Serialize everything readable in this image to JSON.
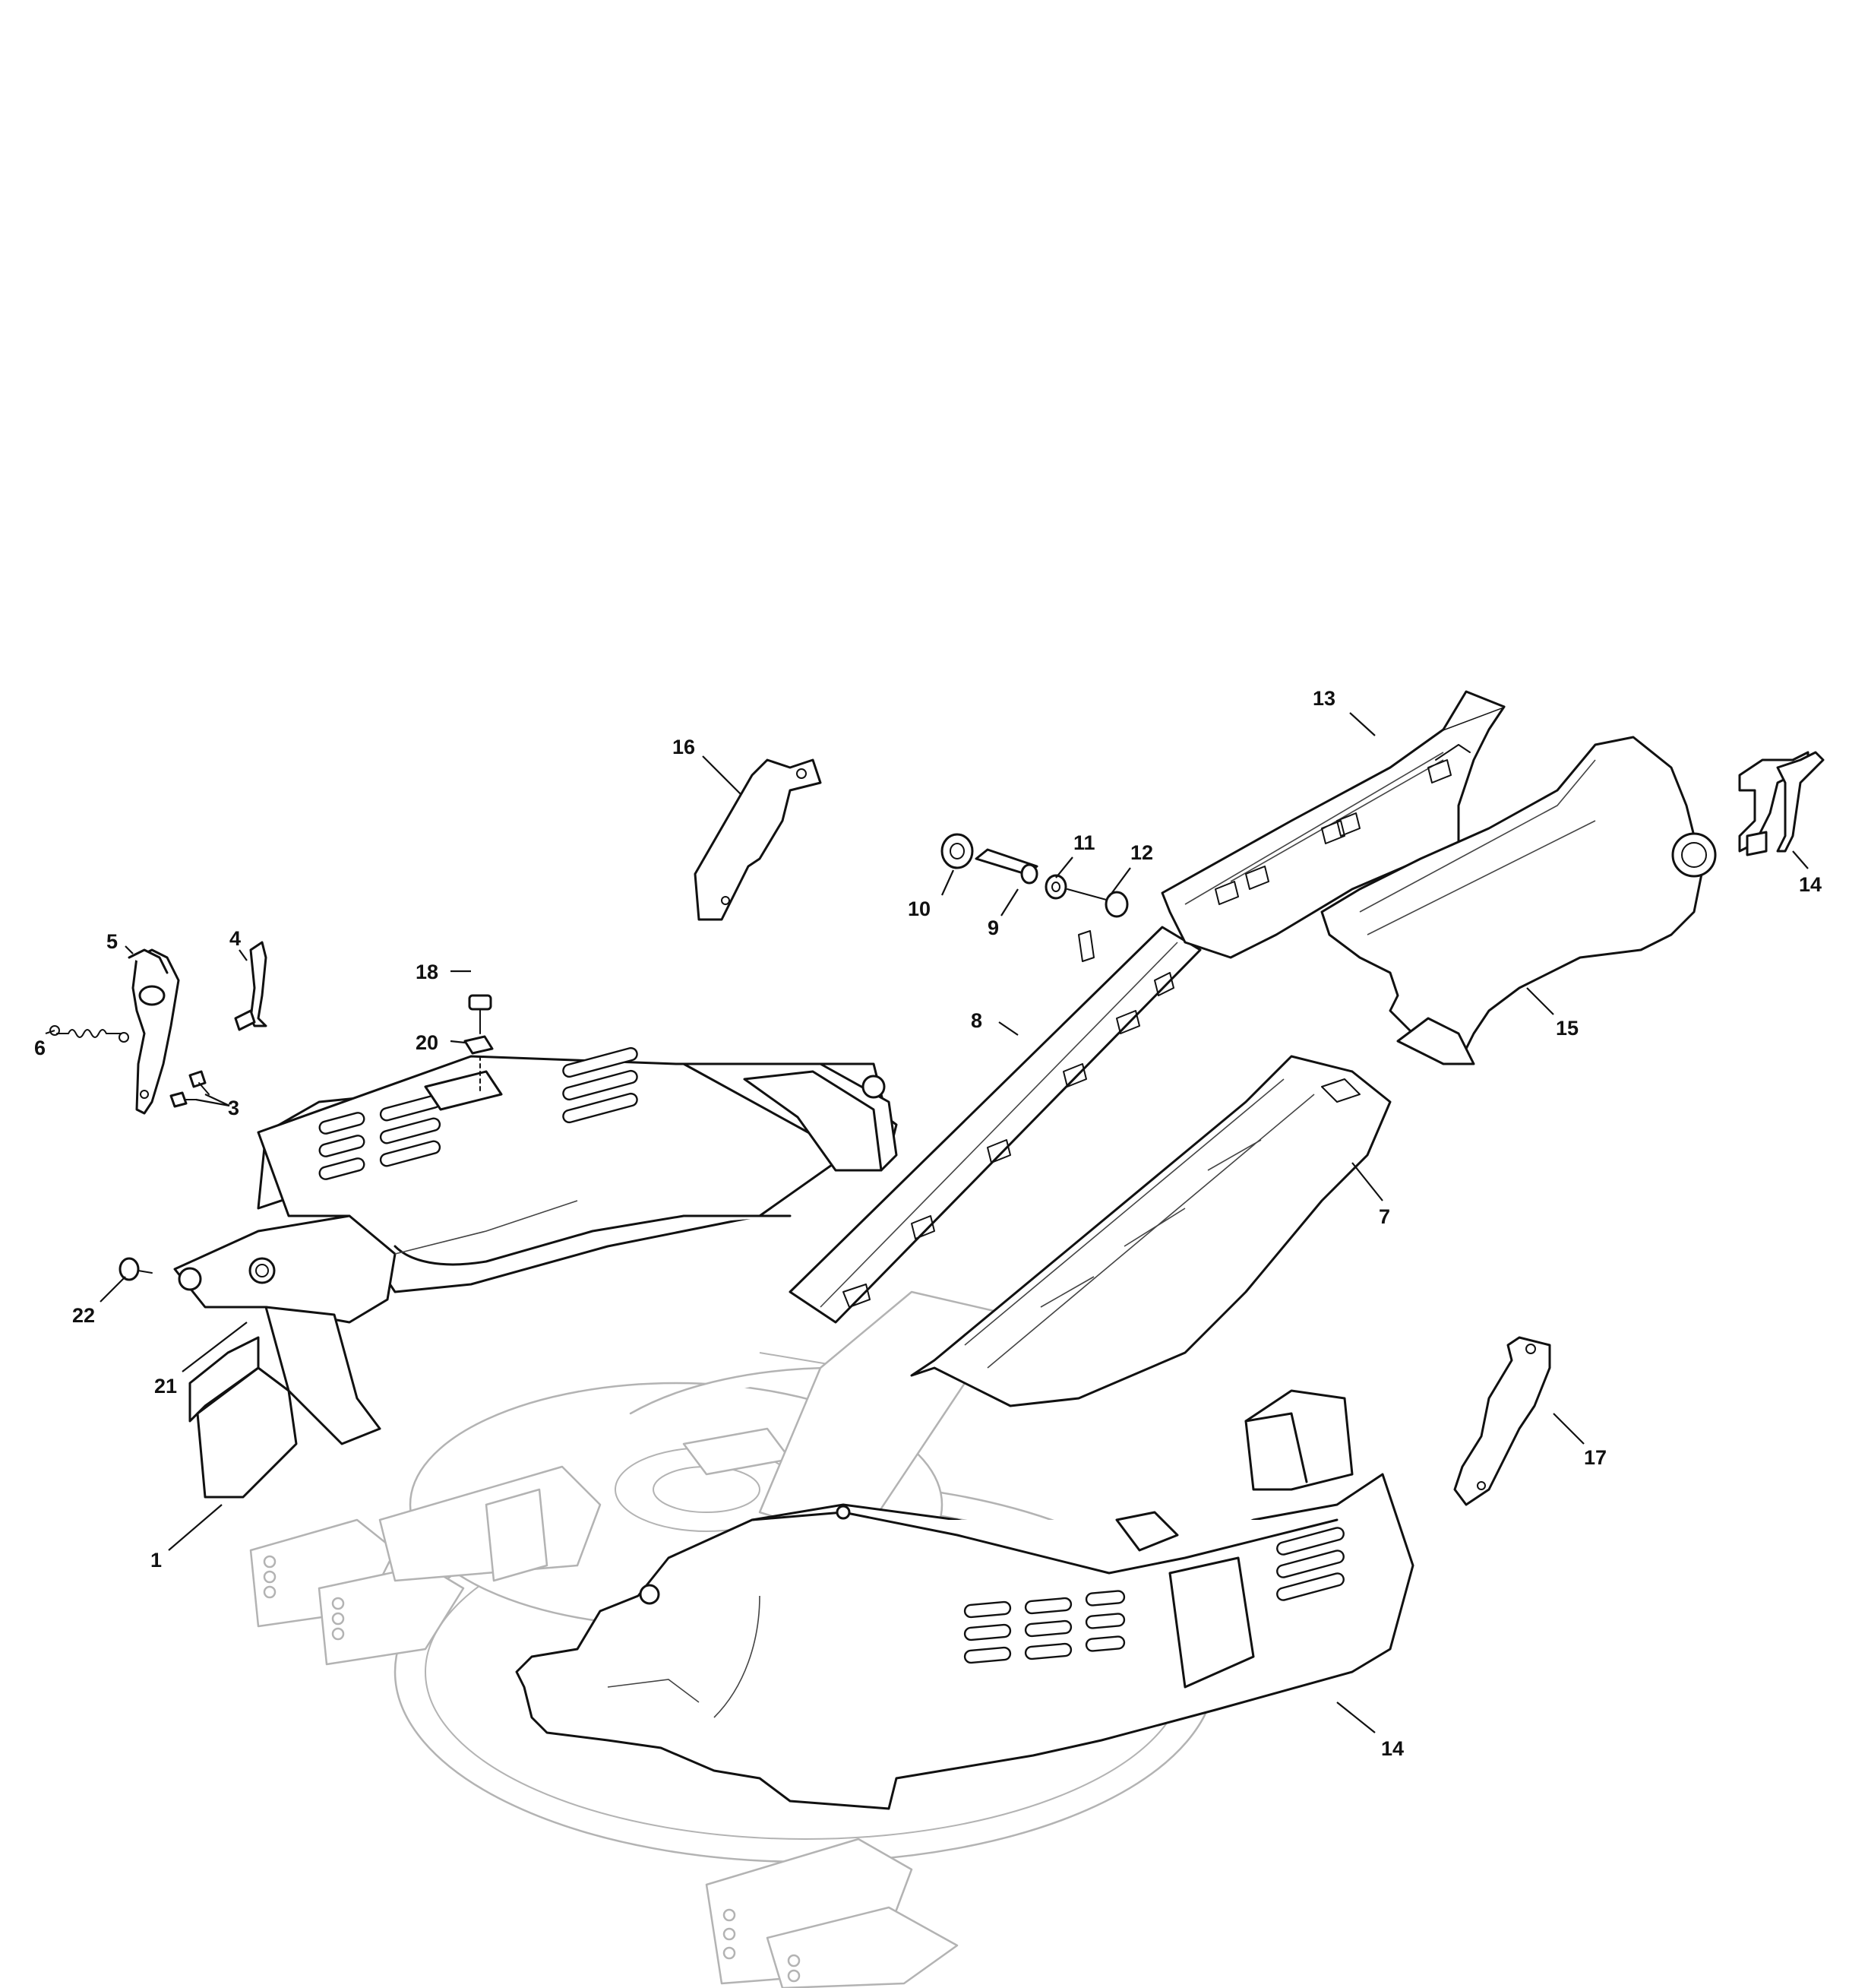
{
  "callouts": [
    {
      "id": "c1",
      "label": "1"
    },
    {
      "id": "c3",
      "label": "3"
    },
    {
      "id": "c4",
      "label": "4"
    },
    {
      "id": "c5",
      "label": "5"
    },
    {
      "id": "c6",
      "label": "6"
    },
    {
      "id": "c7",
      "label": "7"
    },
    {
      "id": "c8",
      "label": "8"
    },
    {
      "id": "c9",
      "label": "9"
    },
    {
      "id": "c10",
      "label": "10"
    },
    {
      "id": "c11",
      "label": "11"
    },
    {
      "id": "c12",
      "label": "12"
    },
    {
      "id": "c13",
      "label": "13"
    },
    {
      "id": "c14a",
      "label": "14"
    },
    {
      "id": "c14b",
      "label": "14"
    },
    {
      "id": "c15",
      "label": "15"
    },
    {
      "id": "c16",
      "label": "16"
    },
    {
      "id": "c17",
      "label": "17"
    },
    {
      "id": "c18",
      "label": "18"
    },
    {
      "id": "c20",
      "label": "20"
    },
    {
      "id": "c21",
      "label": "21"
    },
    {
      "id": "c22",
      "label": "22"
    }
  ]
}
